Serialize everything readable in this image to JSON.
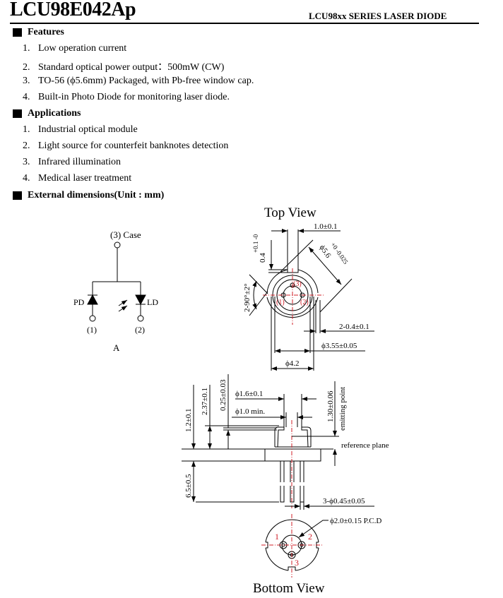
{
  "header": {
    "title": "LCU98E042Ap",
    "series": "LCU98xx SERIES LASER DIODE"
  },
  "features": {
    "heading": "Features",
    "items": [
      {
        "n": "1.",
        "text": "Low operation current"
      },
      {
        "n": "2.",
        "text": "Standard optical power output：500mW (CW)"
      },
      {
        "n": "3.",
        "text": "TO-56 (ϕ5.6mm) Packaged, with Pb-free window cap."
      },
      {
        "n": "4.",
        "text": "Built-in Photo Diode for monitoring laser diode."
      }
    ]
  },
  "applications": {
    "heading": "Applications",
    "items": [
      {
        "n": "1.",
        "text": "Industrial optical module"
      },
      {
        "n": "2.",
        "text": "Light source for counterfeit banknotes detection"
      },
      {
        "n": "3.",
        "text": "Infrared illumination"
      },
      {
        "n": "4.",
        "text": "Medical laser treatment"
      }
    ]
  },
  "dimensions": {
    "heading": "External dimensions(Unit : mm)"
  },
  "schematic": {
    "case": "(3)  Case",
    "pd": "PD",
    "ld": "LD",
    "pin1": "(1)",
    "pin2": "(2)",
    "label": "A"
  },
  "top_view": {
    "title": "Top View",
    "d_notch": "1.0±0.1",
    "d_depth": "0.4",
    "d_depth_tol": "+0.1 -0",
    "d_dia": "ϕ5.6",
    "d_dia_tol": "+0 -0.025",
    "d_angle": "2-90°±2°",
    "d_slot": "2-0.4±0.1",
    "d_355": "ϕ3.55±0.05",
    "d_42": "ϕ4.2",
    "p1": "(1)",
    "p2": "(2)",
    "p3": "(3)"
  },
  "side_view": {
    "d_12": "1.2±0.1",
    "d_237": "2.37±0.1",
    "d_025": "0.25±0.03",
    "d_16": "ϕ1.6±0.1",
    "d_10": "ϕ1.0 min.",
    "d_130": "1.30±0.06",
    "emitting": "emitting point",
    "reference": "reference plane",
    "d_65": "6.5±0.5",
    "d_leads": "3-ϕ0.45±0.05"
  },
  "bottom_view": {
    "title": "Bottom View",
    "pcd": "ϕ2.0±0.15 P.C.D",
    "p1": "1",
    "p2": "2",
    "p3": "3"
  },
  "colors": {
    "centerline": "#d0202a"
  }
}
